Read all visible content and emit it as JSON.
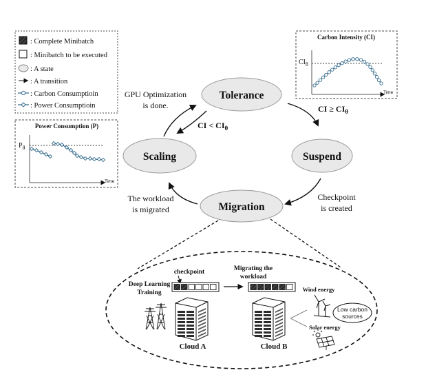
{
  "legend": {
    "complete_minibatch": ": Complete Minibatch",
    "minibatch_to_execute": ": Minibatch to be executed",
    "state": ": A state",
    "transition": ": A transition",
    "carbon": ": Carbon Consumptioin",
    "power": ": Power Consumptioin"
  },
  "carbon_chart": {
    "title": "Carbon Intensity (CI)",
    "threshold": "CI",
    "threshold_sub": "θ",
    "xlabel": "Time"
  },
  "power_chart": {
    "title": "Power Consumption (P)",
    "threshold": "P",
    "threshold_sub": "θ",
    "xlabel": "Time"
  },
  "states": {
    "tolerance": "Tolerance",
    "suspend": "Suspend",
    "migration": "Migration",
    "scaling": "Scaling"
  },
  "transitions": {
    "gpu_opt_line1": "GPU Optimization",
    "gpu_opt_line2": "is done.",
    "ci_ge_main": "CI ≥ CI",
    "ci_ge_sub": "θ",
    "ci_lt_main": "CI < CI",
    "ci_lt_sub": "θ",
    "checkpoint_line1": "Checkpoint",
    "checkpoint_line2": "is created",
    "workload_line1": "The workload",
    "workload_line2": "is migrated"
  },
  "bottom": {
    "checkpoint": "checkpoint",
    "migrating_line1": "Migrating the",
    "migrating_line2": "workload",
    "dl_line1": "Deep Learning",
    "dl_line2": "Training",
    "wind": "Wind energy",
    "low_carbon_line1": "Low carbon",
    "low_carbon_line2": "sources",
    "solar": "Solar energy",
    "cloud_a": "Cloud A",
    "cloud_b": "Cloud B"
  },
  "colors": {
    "marker": "#3a6f8f",
    "state_fill": "#e9e9e9",
    "box_dark": "#2b2b2b"
  }
}
